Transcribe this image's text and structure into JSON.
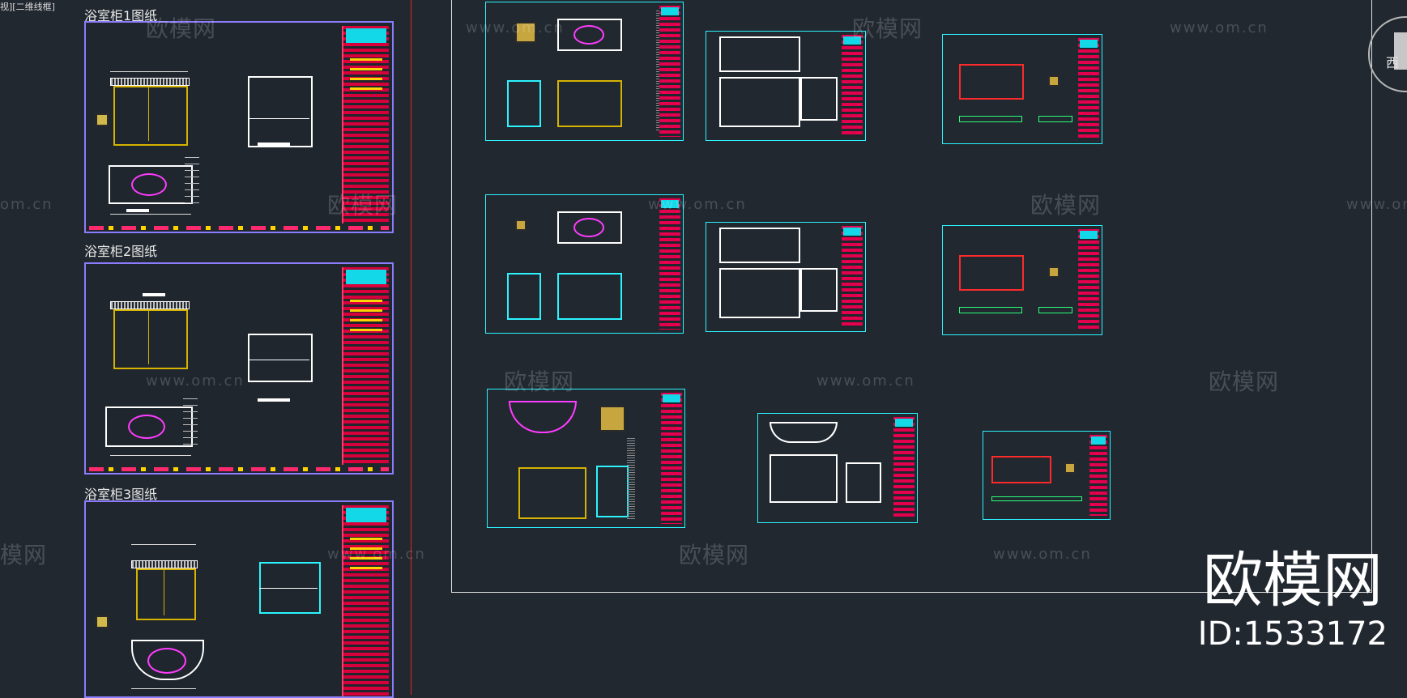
{
  "viewport": {
    "label": "视][二维线框]"
  },
  "sheets": [
    {
      "title": "浴室柜1图纸"
    },
    {
      "title": "浴室柜2图纸"
    },
    {
      "title": "浴室柜3图纸"
    }
  ],
  "watermark": {
    "brand": "欧模网",
    "url": "www.om.cn",
    "url_short": "om.cn",
    "partial": "模网"
  },
  "corner": {
    "brand": "欧模网",
    "id": "ID:1533172"
  },
  "nav": {
    "direction": "西"
  },
  "colors": {
    "background": "#212830",
    "sheet_border": "#8d7cff",
    "title_block": "#d7003a",
    "cyan": "#13d8e8",
    "yellow": "#ffd400"
  }
}
